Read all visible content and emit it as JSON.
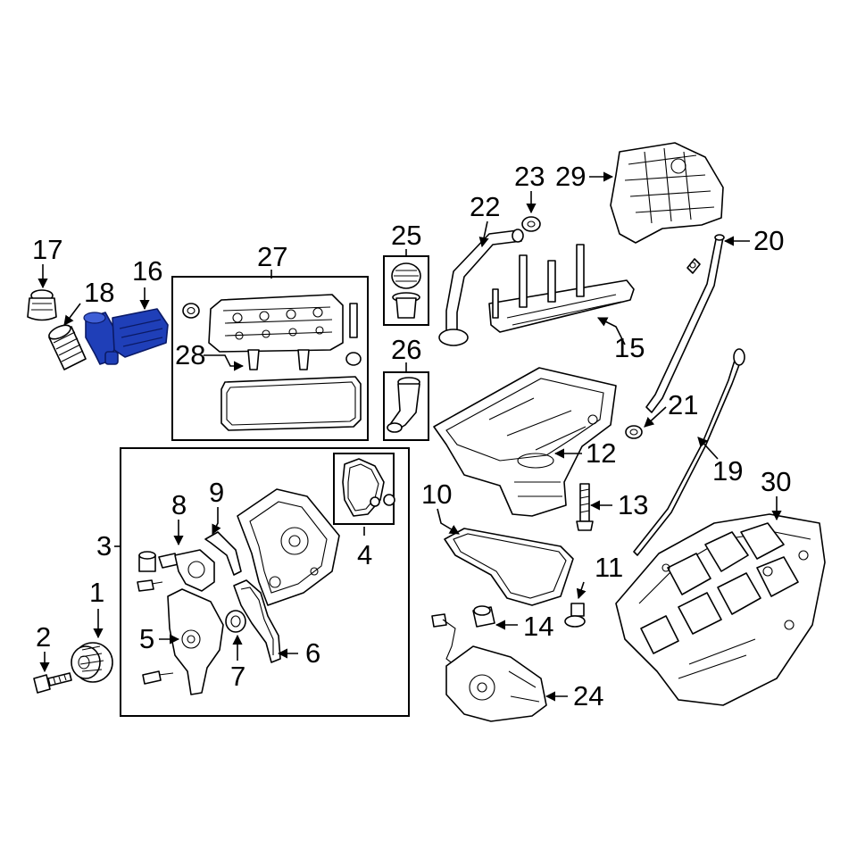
{
  "callouts": {
    "c1": "1",
    "c2": "2",
    "c3": "3",
    "c4": "4",
    "c5": "5",
    "c6": "6",
    "c7": "7",
    "c8": "8",
    "c9": "9",
    "c10": "10",
    "c11": "11",
    "c12": "12",
    "c13": "13",
    "c14": "14",
    "c15": "15",
    "c16": "16",
    "c17": "17",
    "c18": "18",
    "c19": "19",
    "c20": "20",
    "c21": "21",
    "c22": "22",
    "c23": "23",
    "c24": "24",
    "c25": "25",
    "c26": "26",
    "c27": "27",
    "c28": "28",
    "c29": "29",
    "c30": "30"
  },
  "colors": {
    "highlight": "#1f3fb8",
    "line": "#000000",
    "background": "#ffffff"
  }
}
